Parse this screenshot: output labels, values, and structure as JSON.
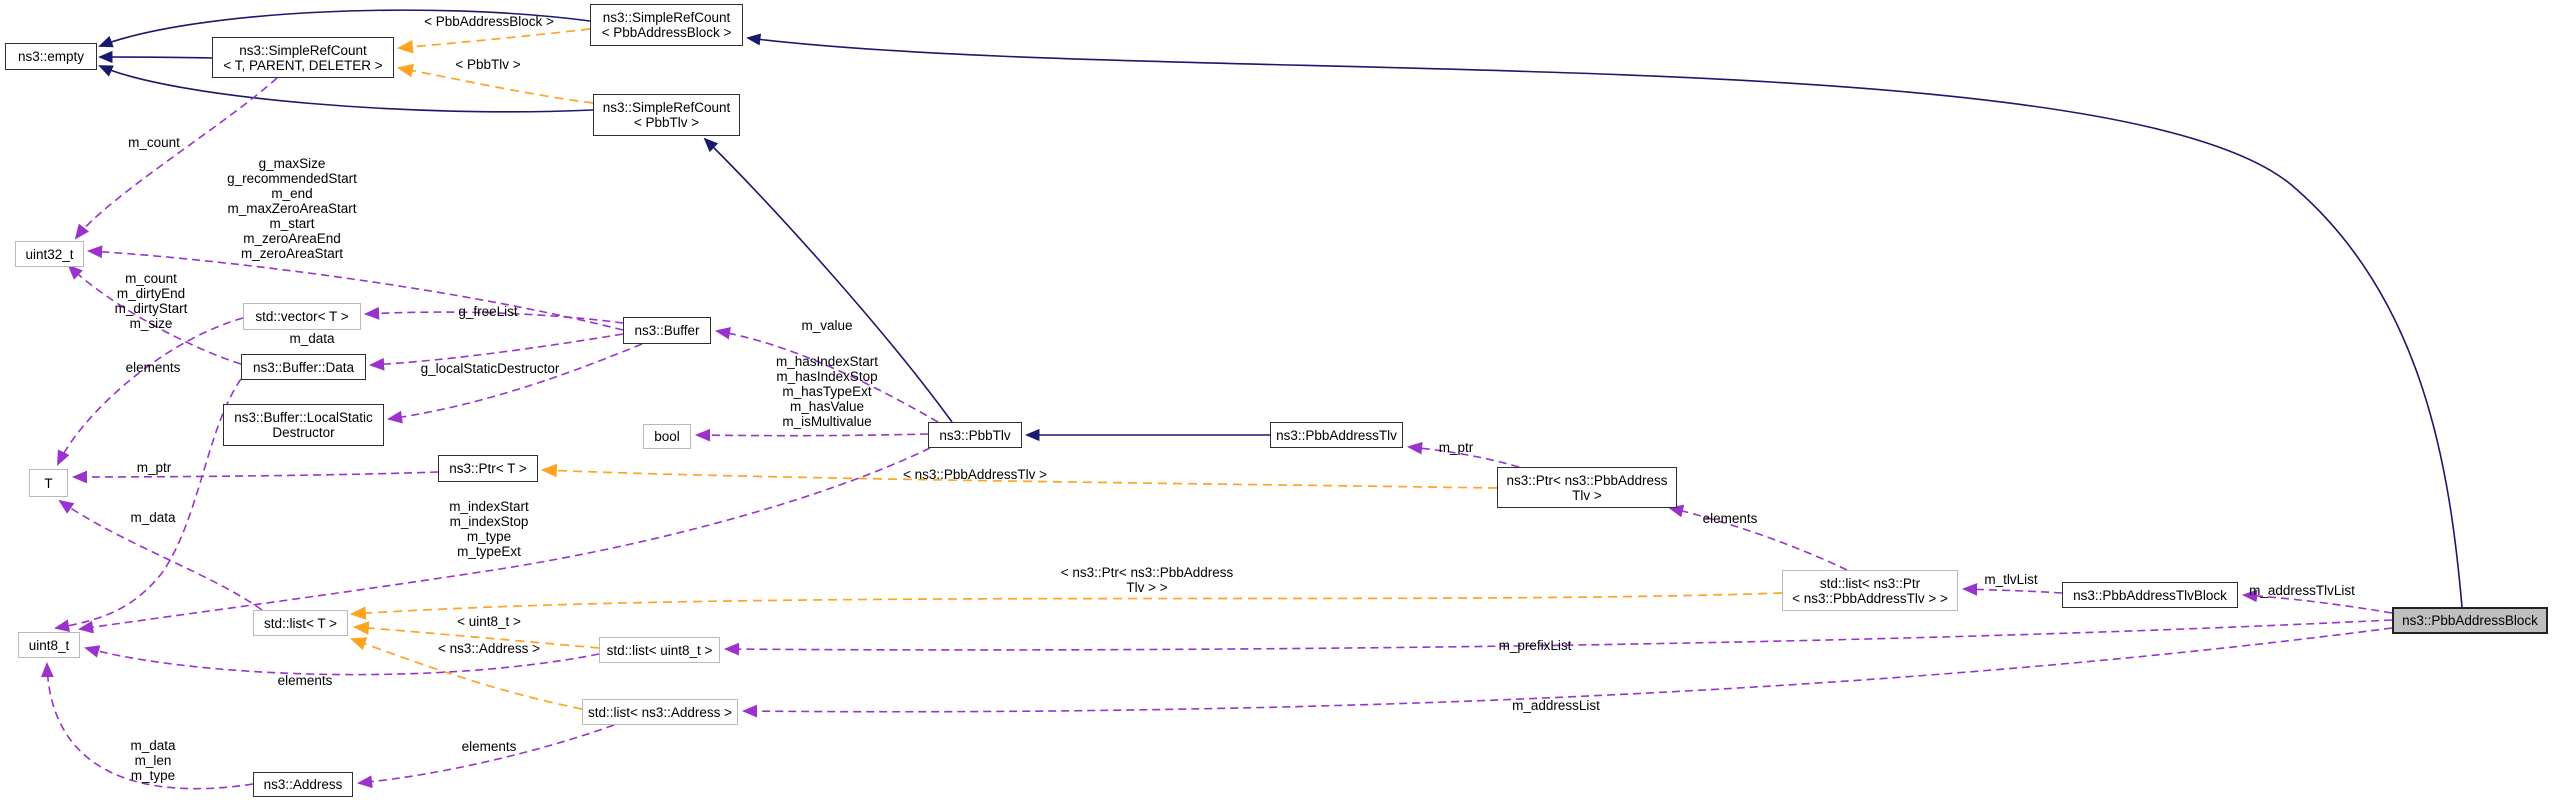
{
  "diagram_type": "doxygen-collaboration-graph",
  "colors": {
    "inheritance_edge": "#191970",
    "template_edge": "#ffa420",
    "usage_edge": "#9a32cd",
    "target_node_fill": "#bfbfbf",
    "node_border_dark": "#2f2f2f",
    "node_border_light": "#b9b9b9"
  },
  "nodes": {
    "empty": {
      "label": "ns3::empty"
    },
    "simple_ref_count_t": {
      "label": "ns3::SimpleRefCount\n< T, PARENT, DELETER >"
    },
    "simple_ref_count_pbb_address_block": {
      "label": "ns3::SimpleRefCount\n< PbbAddressBlock >"
    },
    "simple_ref_count_pbb_tlv": {
      "label": "ns3::SimpleRefCount\n< PbbTlv >"
    },
    "uint32_t": {
      "label": "uint32_t"
    },
    "std_vector_t": {
      "label": "std::vector< T >"
    },
    "buffer_data": {
      "label": "ns3::Buffer::Data"
    },
    "buffer_local_static_destructor": {
      "label": "ns3::Buffer::LocalStatic\nDestructor"
    },
    "t": {
      "label": "T"
    },
    "buffer": {
      "label": "ns3::Buffer"
    },
    "bool": {
      "label": "bool"
    },
    "pbb_tlv": {
      "label": "ns3::PbbTlv"
    },
    "pbb_address_tlv": {
      "label": "ns3::PbbAddressTlv"
    },
    "ptr_t": {
      "label": "ns3::Ptr< T >"
    },
    "ptr_pbb_address_tlv": {
      "label": "ns3::Ptr< ns3::PbbAddress\nTlv >"
    },
    "list_ptr_pbb_address_tlv": {
      "label": "std::list< ns3::Ptr\n< ns3::PbbAddressTlv > >"
    },
    "pbb_address_tlv_block": {
      "label": "ns3::PbbAddressTlvBlock"
    },
    "pbb_address_block": {
      "label": "ns3::PbbAddressBlock"
    },
    "std_list_t": {
      "label": "std::list< T >"
    },
    "std_list_uint8_t": {
      "label": "std::list< uint8_t >"
    },
    "std_list_address": {
      "label": "std::list< ns3::Address >"
    },
    "address": {
      "label": "ns3::Address"
    },
    "uint8_t": {
      "label": "uint8_t"
    }
  },
  "edge_labels": {
    "tpl_pbb_address_block": "< PbbAddressBlock >",
    "tpl_pbb_tlv": "< PbbTlv >",
    "m_count": "m_count",
    "buffer_to_uint32": "g_maxSize\ng_recommendedStart\nm_end\nm_maxZeroAreaStart\nm_start\nm_zeroAreaEnd\nm_zeroAreaStart",
    "buffer_data_to_uint32": "m_count\nm_dirtyEnd\nm_dirtyStart\nm_size",
    "elements_vector": "elements",
    "g_free_list": "g_freeList",
    "m_data_buffer": "m_data",
    "g_local_static_destructor": "g_localStaticDestructor",
    "m_value": "m_value",
    "pbb_tlv_to_bool": "m_hasIndexStart\nm_hasIndexStop\nm_hasTypeExt\nm_hasValue\nm_isMultivalue",
    "m_ptr_left": "m_ptr",
    "m_data_left": "m_data",
    "pbb_tlv_to_uint8": "m_indexStart\nm_indexStop\nm_type\nm_typeExt",
    "tpl_ns3_pbb_address_tlv": "< ns3::PbbAddressTlv >",
    "tpl_ptr_pbb_address_tlv": "< ns3::Ptr< ns3::PbbAddress\nTlv > >",
    "tpl_uint8": "< uint8_t >",
    "tpl_address": "< ns3::Address >",
    "m_ptr_right": "m_ptr",
    "elements_ptr": "elements",
    "m_tlv_list": "m_tlvList",
    "m_address_tlv_list": "m_addressTlvList",
    "m_prefix_list": "m_prefixList",
    "m_address_list": "m_addressList",
    "elements_uint8": "elements",
    "elements_address": "elements",
    "address_to_uint8": "m_data\nm_len\nm_type"
  }
}
